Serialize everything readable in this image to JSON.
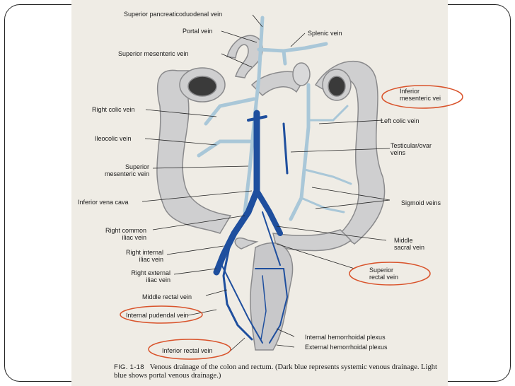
{
  "labels": {
    "superior_pancreaticoduodenal_vein": "Superior pancreaticoduodenal vein",
    "portal_vein": "Portal vein",
    "splenic_vein": "Splenic vein",
    "superior_mesenteric_vein_top": "Superior mesenteric vein",
    "inferior_mesenteric_vein": "Inferior\nmesenteric vei",
    "right_colic_vein": "Right colic vein",
    "left_colic_vein": "Left colic vein",
    "ileocolic_vein": "Ileocolic vein",
    "testicular_ovarian_veins": "Testicular/ovar\nveins",
    "superior_mesenteric_vein": "Superior\nmesenteric vein",
    "inferior_vena_cava": "Inferior vena cava",
    "sigmoid_veins": "Sigmoid veins",
    "right_common_iliac_vein": "Right common\niliac vein",
    "middle_sacral_vein": "Middle\nsacral vein",
    "right_internal_iliac_vein": "Right internal\niliac vein",
    "superior_rectal_vein": "Superior\nrectal vein",
    "right_external_iliac_vein": "Right external\niliac vein",
    "middle_rectal_vein": "Middle rectal vein",
    "internal_pudendal_vein": "Internal pudendal vein",
    "internal_hemorrhoidal_plexus": "Internal hemorrhoidal plexus",
    "inferior_rectal_vein": "Inferior rectal vein",
    "external_hemorrhoidal_plexus": "External hemorrhoidal plexus"
  },
  "caption": {
    "fig": "FIG. 1-18",
    "text": "Venous drainage of the colon and rectum. (Dark blue represents systemic venous drainage. Light blue shows portal venous drainage.)"
  },
  "colors": {
    "annotation_circle": "#d9532b",
    "systemic_vein": "#1f4f9e",
    "portal_vein": "#a9c7d8",
    "page": "#efece5"
  }
}
